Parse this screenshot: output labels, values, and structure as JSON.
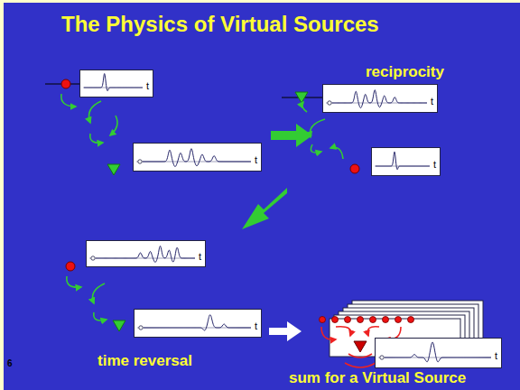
{
  "diagram": {
    "title": "The Physics of Virtual Sources",
    "nodes": [
      {
        "text": [
          "t"
        ]
      },
      {
        "text": [
          "t"
        ]
      },
      {
        "text": [
          "t"
        ]
      },
      {
        "text": [
          "t"
        ]
      },
      {
        "text": [
          "t"
        ]
      },
      {
        "text": [
          "t"
        ]
      },
      {
        "text": [
          "t"
        ]
      }
    ],
    "labels": [
      "reciprocity",
      "time reversal",
      "sum for a Virtual Source",
      "6"
    ]
  }
}
